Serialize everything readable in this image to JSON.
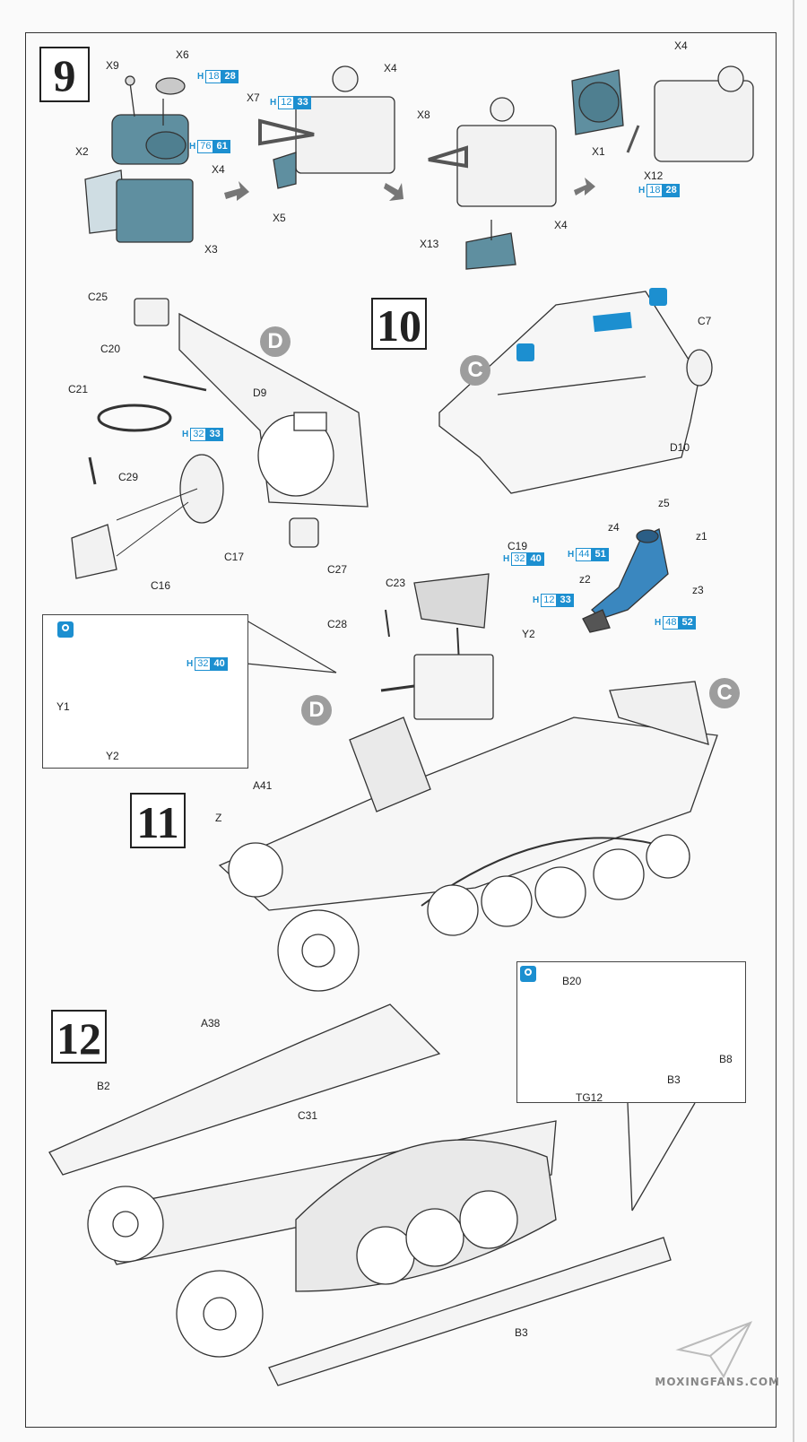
{
  "steps": {
    "s9": "9",
    "s10": "10",
    "s11": "11",
    "s12": "12"
  },
  "labels": {
    "x9": "X9",
    "x6": "X6",
    "x2": "X2",
    "x4a": "X4",
    "x3": "X3",
    "x7": "X7",
    "x4b": "X4",
    "x5": "X5",
    "x8": "X8",
    "x4c": "X4",
    "x13": "X13",
    "x4d": "X4",
    "x1": "X1",
    "x12": "X12",
    "c25": "C25",
    "c20": "C20",
    "c21": "C21",
    "d9": "D9",
    "c29": "C29",
    "c17": "C17",
    "c16": "C16",
    "c27": "C27",
    "c7": "C7",
    "d10": "D10",
    "z5": "z5",
    "z4": "z4",
    "z1": "z1",
    "z2": "z2",
    "z3": "z3",
    "c19": "C19",
    "c23": "C23",
    "c28": "C28",
    "y2a": "Y2",
    "y1": "Y1",
    "y2b": "Y2",
    "a41": "A41",
    "z": "Z",
    "b20": "B20",
    "b8": "B8",
    "b3a": "B3",
    "tg12": "TG12",
    "a38": "A38",
    "b2": "B2",
    "c31": "C31",
    "b3b": "B3"
  },
  "callouts": {
    "d1": "D",
    "c1": "C",
    "d2": "D",
    "c2": "C"
  },
  "paints": {
    "h18_28a": {
      "h": "H",
      "a": "18",
      "b": "28"
    },
    "h76_61": {
      "h": "H",
      "a": "76",
      "b": "61"
    },
    "h12_33a": {
      "h": "H",
      "a": "12",
      "b": "33"
    },
    "h18_28b": {
      "h": "H",
      "a": "18",
      "b": "28"
    },
    "h32_33": {
      "h": "H",
      "a": "32",
      "b": "33"
    },
    "h32_40a": {
      "h": "H",
      "a": "32",
      "b": "40"
    },
    "h44_51": {
      "h": "H",
      "a": "44",
      "b": "51"
    },
    "h12_33b": {
      "h": "H",
      "a": "12",
      "b": "33"
    },
    "h48_52": {
      "h": "H",
      "a": "48",
      "b": "52"
    },
    "h32_40b": {
      "h": "H",
      "a": "32",
      "b": "40"
    }
  },
  "watermark": "MOXINGFANS.COM",
  "colors": {
    "paint_blue": "#1c8fd0",
    "engine_fill": "#5f8fa0",
    "callout_grey": "#9d9d9d"
  }
}
